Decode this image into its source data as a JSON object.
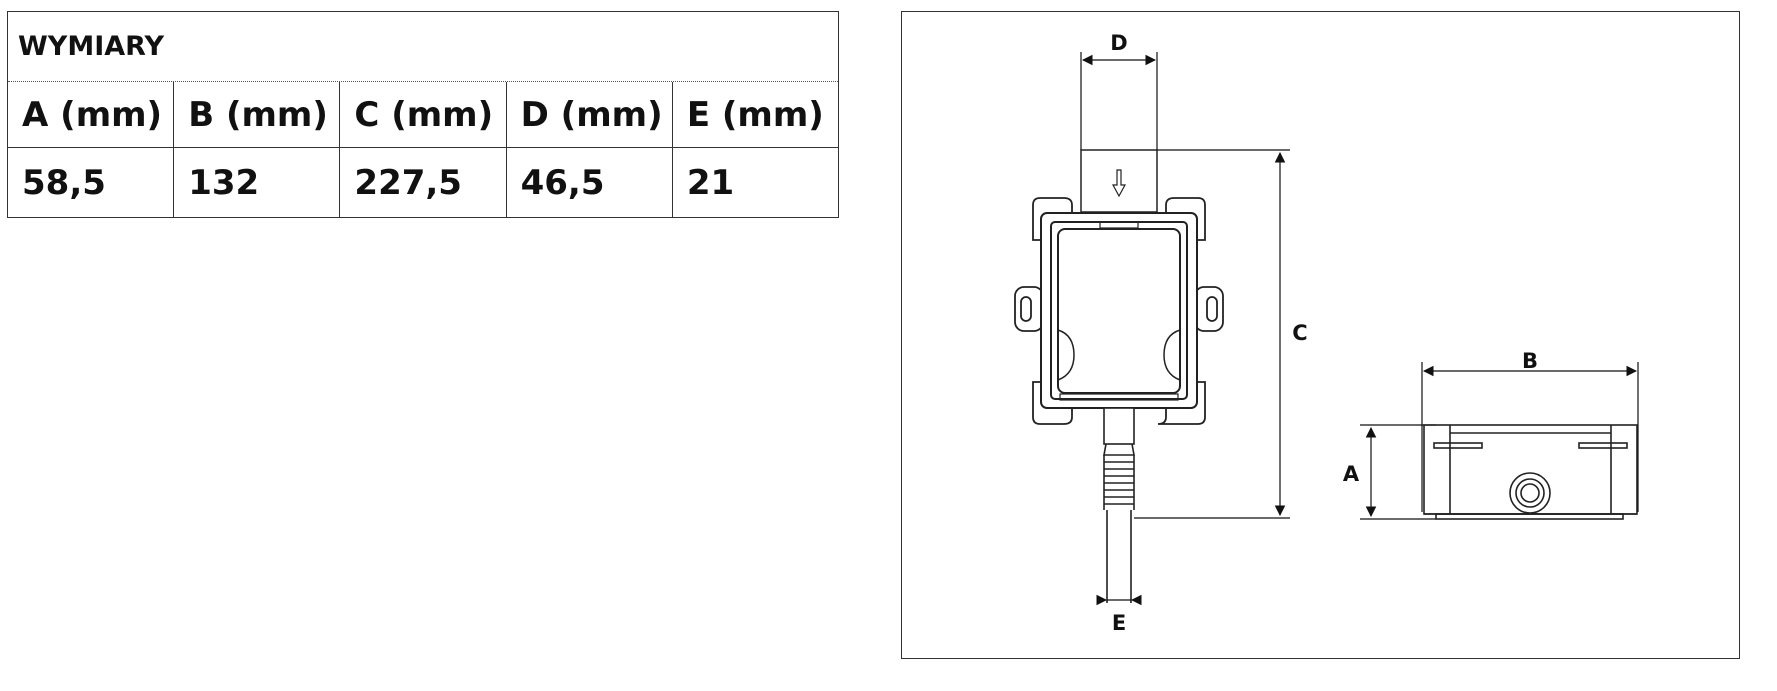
{
  "table": {
    "title": "WYMIARY",
    "columns": [
      "A (mm)",
      "B (mm)",
      "C (mm)",
      "D (mm)",
      "E (mm)"
    ],
    "values": [
      "58,5",
      "132",
      "227,5",
      "46,5",
      "21"
    ]
  },
  "drawing": {
    "labels": {
      "a": "A",
      "b": "B",
      "c": "C",
      "d": "D",
      "e": "E"
    }
  }
}
